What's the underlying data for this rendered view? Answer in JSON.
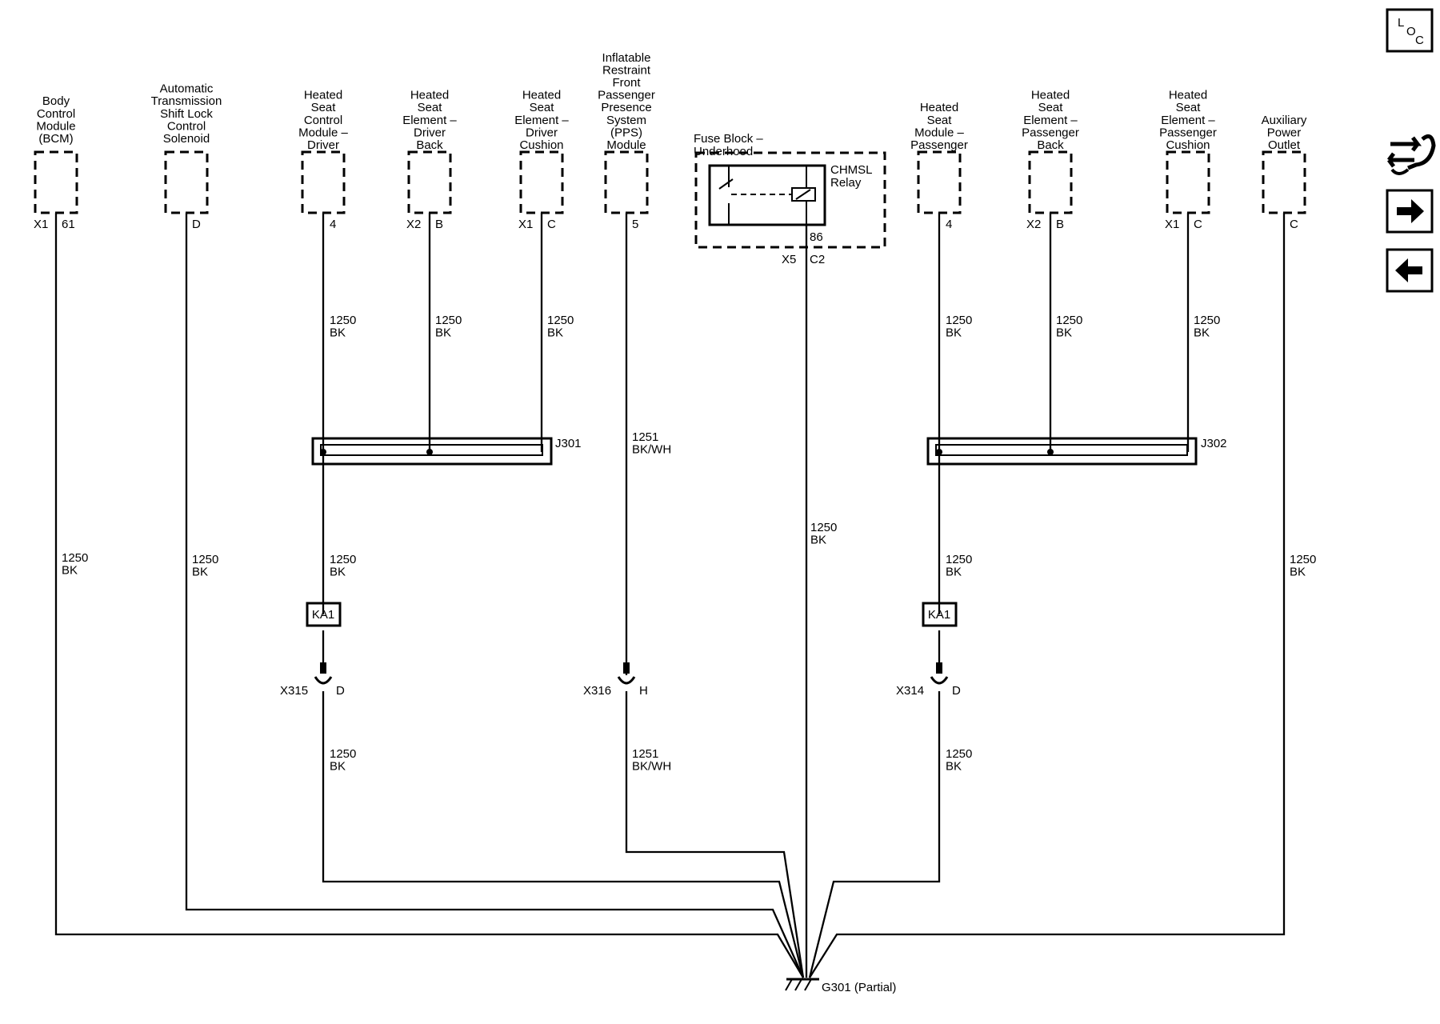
{
  "components": [
    {
      "id": "bcm",
      "lines": [
        "Body",
        "Control",
        "Module",
        "(BCM)"
      ],
      "connector": "X1",
      "pin": "61"
    },
    {
      "id": "shift-lock",
      "lines": [
        "Automatic",
        "Transmission",
        "Shift Lock",
        "Control",
        "Solenoid"
      ],
      "connector": "",
      "pin": "D"
    },
    {
      "id": "hscm-driver",
      "lines": [
        "Heated",
        "Seat",
        "Control",
        "Module –",
        "Driver"
      ],
      "connector": "",
      "pin": "4"
    },
    {
      "id": "hse-driver-back",
      "lines": [
        "Heated",
        "Seat",
        "Element –",
        "Driver",
        "Back"
      ],
      "connector": "X2",
      "pin": "B"
    },
    {
      "id": "hse-driver-cushion",
      "lines": [
        "Heated",
        "Seat",
        "Element –",
        "Driver",
        "Cushion"
      ],
      "connector": "X1",
      "pin": "C"
    },
    {
      "id": "pps",
      "lines": [
        "Inflatable",
        "Restraint",
        "Front",
        "Passenger",
        "Presence",
        "System",
        "(PPS)",
        "Module"
      ],
      "connector": "",
      "pin": "5"
    },
    {
      "id": "hsm-passenger",
      "lines": [
        "Heated",
        "Seat",
        "Module –",
        "Passenger"
      ],
      "connector": "",
      "pin": "4"
    },
    {
      "id": "hse-passenger-back",
      "lines": [
        "Heated",
        "Seat",
        "Element –",
        "Passenger",
        "Back"
      ],
      "connector": "X2",
      "pin": "B"
    },
    {
      "id": "hse-passenger-cushion",
      "lines": [
        "Heated",
        "Seat",
        "Element –",
        "Passenger",
        "Cushion"
      ],
      "connector": "X1",
      "pin": "C"
    },
    {
      "id": "aux-outlet",
      "lines": [
        "Auxiliary",
        "Power",
        "Outlet"
      ],
      "connector": "",
      "pin": "C"
    }
  ],
  "fuse_block": {
    "lines": [
      "Fuse Block –",
      "Underhood"
    ],
    "relay_lines": [
      "CHMSL",
      "Relay"
    ],
    "relay_pin": "86",
    "connector": "X5",
    "pin": "C2"
  },
  "wire_labels": {
    "circuit_1250": "1250",
    "circuit_1251": "1251",
    "color_bk": "BK",
    "color_bkwh": "BK/WH"
  },
  "splices": {
    "left": "J301",
    "right": "J302"
  },
  "inline": {
    "left": "KA1",
    "right": "KA1"
  },
  "connectors": [
    {
      "name": "X315",
      "pin": "D"
    },
    {
      "name": "X316",
      "pin": "H"
    },
    {
      "name": "X314",
      "pin": "D"
    }
  ],
  "ground": {
    "label": "G301 (Partial)"
  },
  "sidebar": {
    "loc_letters": [
      "L",
      "O",
      "C"
    ],
    "icons": [
      "wiring-harness-icon",
      "arrow-right-icon",
      "arrow-left-icon"
    ]
  }
}
